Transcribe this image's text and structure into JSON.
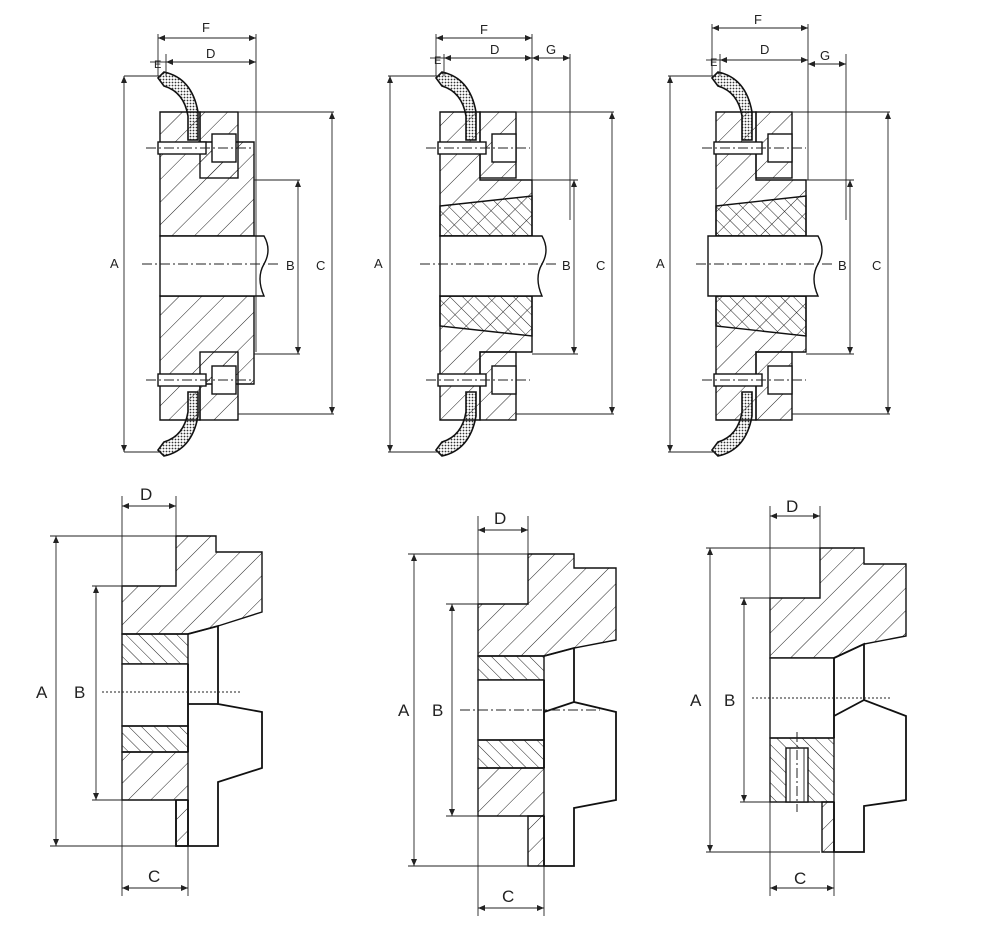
{
  "labels": {
    "A": "A",
    "B": "B",
    "C": "C",
    "D": "D",
    "E": "E",
    "F": "F",
    "G": "G"
  },
  "colors": {
    "line": "#1a1a1a",
    "background": "#ffffff"
  }
}
